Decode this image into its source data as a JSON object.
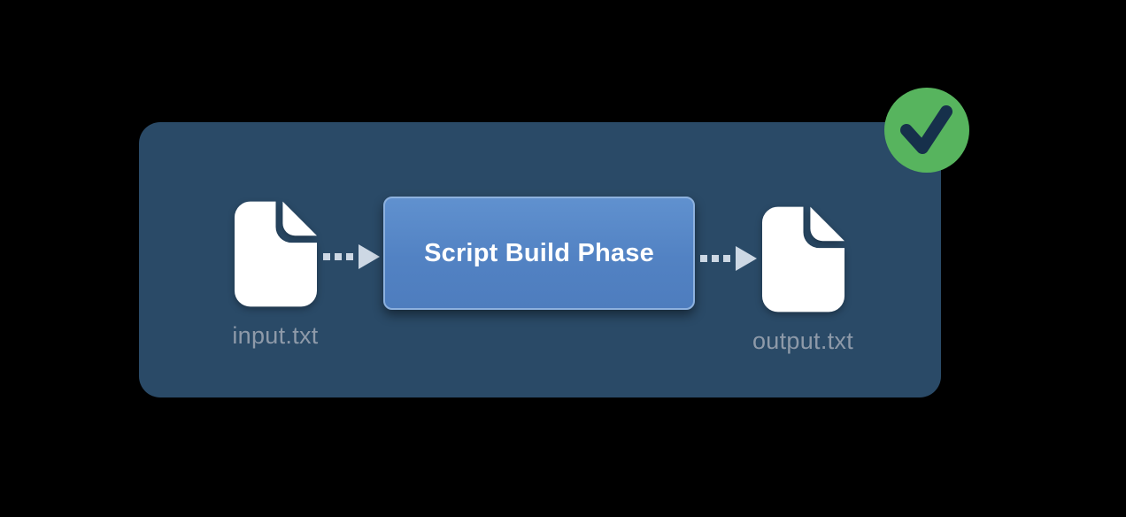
{
  "diagram": {
    "title_meaning": "file transformation through a script build phase",
    "input_file": {
      "label": "input.txt",
      "icon": "document-icon"
    },
    "process": {
      "label": "Script Build Phase"
    },
    "output_file": {
      "label": "output.txt",
      "icon": "document-icon"
    },
    "flow": {
      "arrow_icon": "dotted-arrow-right-icon"
    },
    "status": {
      "icon": "checkmark-icon",
      "state": "success"
    }
  },
  "colors": {
    "page_background": "#000000",
    "panel_background": "#2A4A67",
    "process_box_fill": "#5585C5",
    "process_box_border": "#8DB1DE",
    "process_text": "#FFFFFF",
    "file_icon_fill": "#FFFFFF",
    "file_label_text": "#8E9AA9",
    "arrow": "#CDD8E4",
    "success_green": "#57B45E",
    "checkmark_stroke": "#16304B"
  }
}
